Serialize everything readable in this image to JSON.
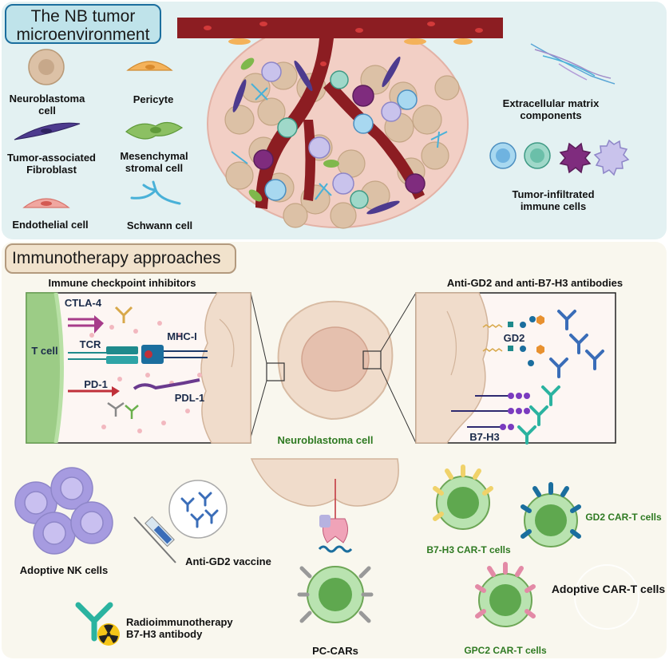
{
  "panels": {
    "top_title_line1": "The NB tumor",
    "top_title_line2": "microenvironment",
    "bottom_title": "Immunotherapy approaches"
  },
  "legend": {
    "neuroblastoma_line1": "Neuroblastoma",
    "neuroblastoma_line2": "cell",
    "pericyte": "Pericyte",
    "fibroblast_line1": "Tumor-associated",
    "fibroblast_line2": "Fibroblast",
    "msc_line1": "Mesenchymal",
    "msc_line2": "stromal cell",
    "endothelial": "Endothelial cell",
    "schwann": "Schwann cell",
    "ecm_line1": "Extracellular matrix",
    "ecm_line2": "components",
    "immune_line1": "Tumor-infiltrated",
    "immune_line2": "immune cells"
  },
  "checkpoint": {
    "heading": "Immune checkpoint inhibitors",
    "ctla4": "CTLA-4",
    "tcell": "T cell",
    "tcr": "TCR",
    "mhc": "MHC-I",
    "pd1": "PD-1",
    "pdl1": "PDL-1"
  },
  "antibodies": {
    "heading": "Anti-GD2 and anti-B7-H3 antibodies",
    "gd2": "GD2",
    "b7h3": "B7-H3"
  },
  "center": {
    "nb_cell": "Neuroblastoma cell"
  },
  "therapies": {
    "nk": "Adoptive NK cells",
    "vaccine": "Anti-GD2 vaccine",
    "radio_line1": "Radioimmunotherapy",
    "radio_line2": "B7-H3 antibody",
    "pccars": "PC-CARs",
    "b7h3_car": "B7-H3 CAR-T cells",
    "gd2_car": "GD2 CAR-T cells",
    "gpc2_car": "GPC2 CAR-T cells",
    "adoptive_car": "Adoptive CAR-T cells"
  },
  "colors": {
    "top_bg": "#e3f1f2",
    "bottom_bg": "#f9f7ee",
    "label_green": "#2f7a22",
    "vessel": "#8c1d22",
    "tcr_teal": "#1f8a8c"
  }
}
